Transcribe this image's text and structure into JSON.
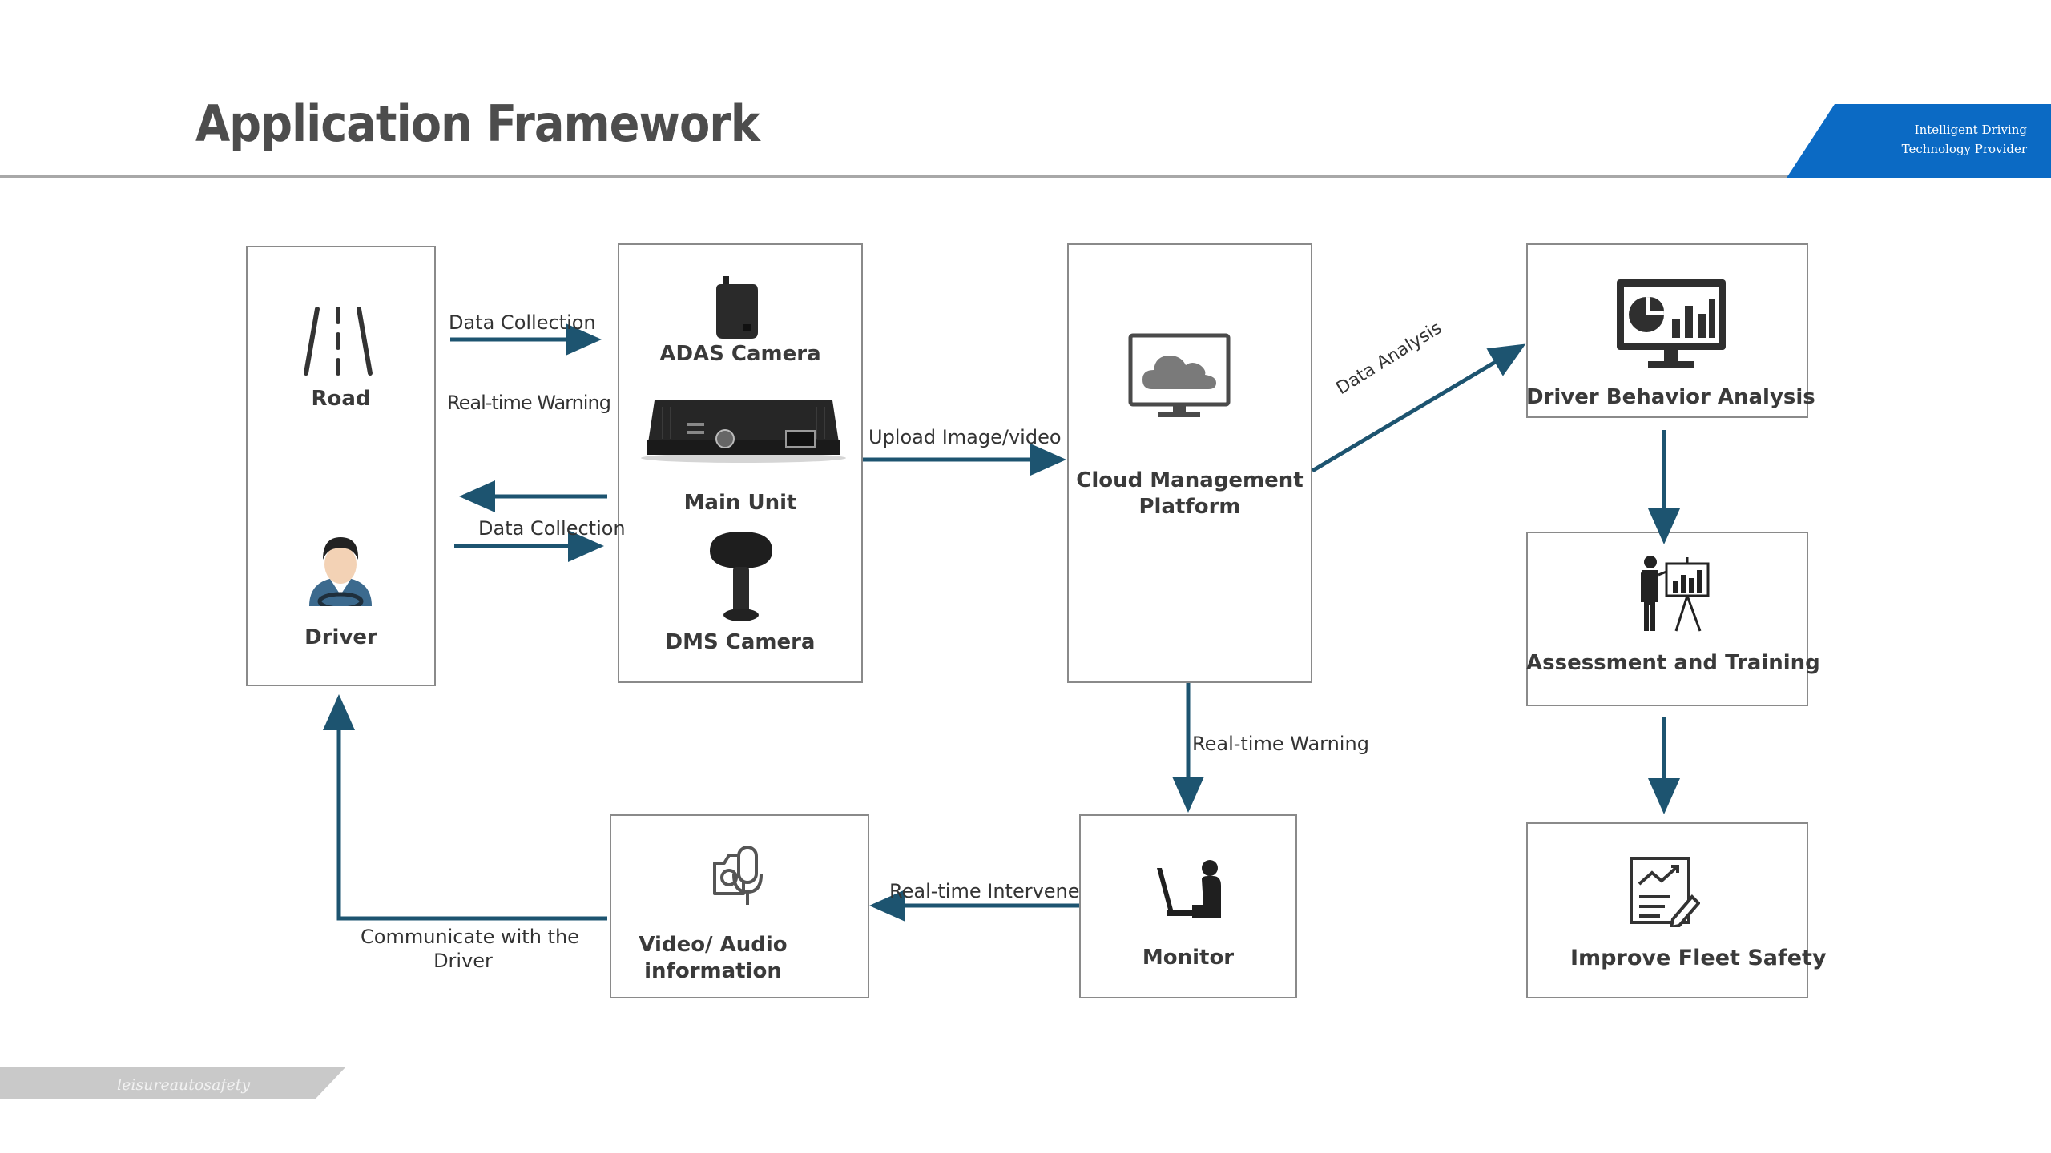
{
  "page": {
    "title": "Application Framework",
    "tagline": [
      "Intelligent Driving",
      "Technology Provider"
    ],
    "footer_brand": "leisureautosafety",
    "accent_color": "#0b6ac4",
    "arrow_color": "#1d5470"
  },
  "nodes": {
    "road": "Road",
    "driver": "Driver",
    "adas_camera": "ADAS Camera",
    "main_unit": "Main Unit",
    "dms_camera": "DMS Camera",
    "cloud": [
      "Cloud Management",
      "Platform"
    ],
    "driver_behavior": "Driver Behavior Analysis",
    "assessment": "Assessment and Training",
    "improve": "Improve Fleet Safety",
    "monitor": "Monitor",
    "video_audio": [
      "Video/ Audio",
      "information"
    ]
  },
  "edges": {
    "data_collection_top": "Data Collection",
    "realtime_warning_left": "Real-time Warning",
    "data_collection_bottom": "Data Collection",
    "upload": "Upload Image/video",
    "data_analysis": "Data Analysis",
    "realtime_warning_down": "Real-time Warning",
    "realtime_intervene": "Real-time Intervene",
    "communicate": [
      "Communicate with the",
      "Driver"
    ]
  },
  "icons": {
    "road": "road-icon",
    "driver": "driver-icon",
    "adas": "adas-camera-icon",
    "main_unit": "main-unit-device-icon",
    "dms": "dms-camera-icon",
    "cloud": "cloud-monitor-icon",
    "analysis": "analytics-monitor-icon",
    "training": "presenter-chart-icon",
    "improve": "report-document-icon",
    "monitor": "person-laptop-icon",
    "video_audio": "camera-microphone-icon"
  }
}
